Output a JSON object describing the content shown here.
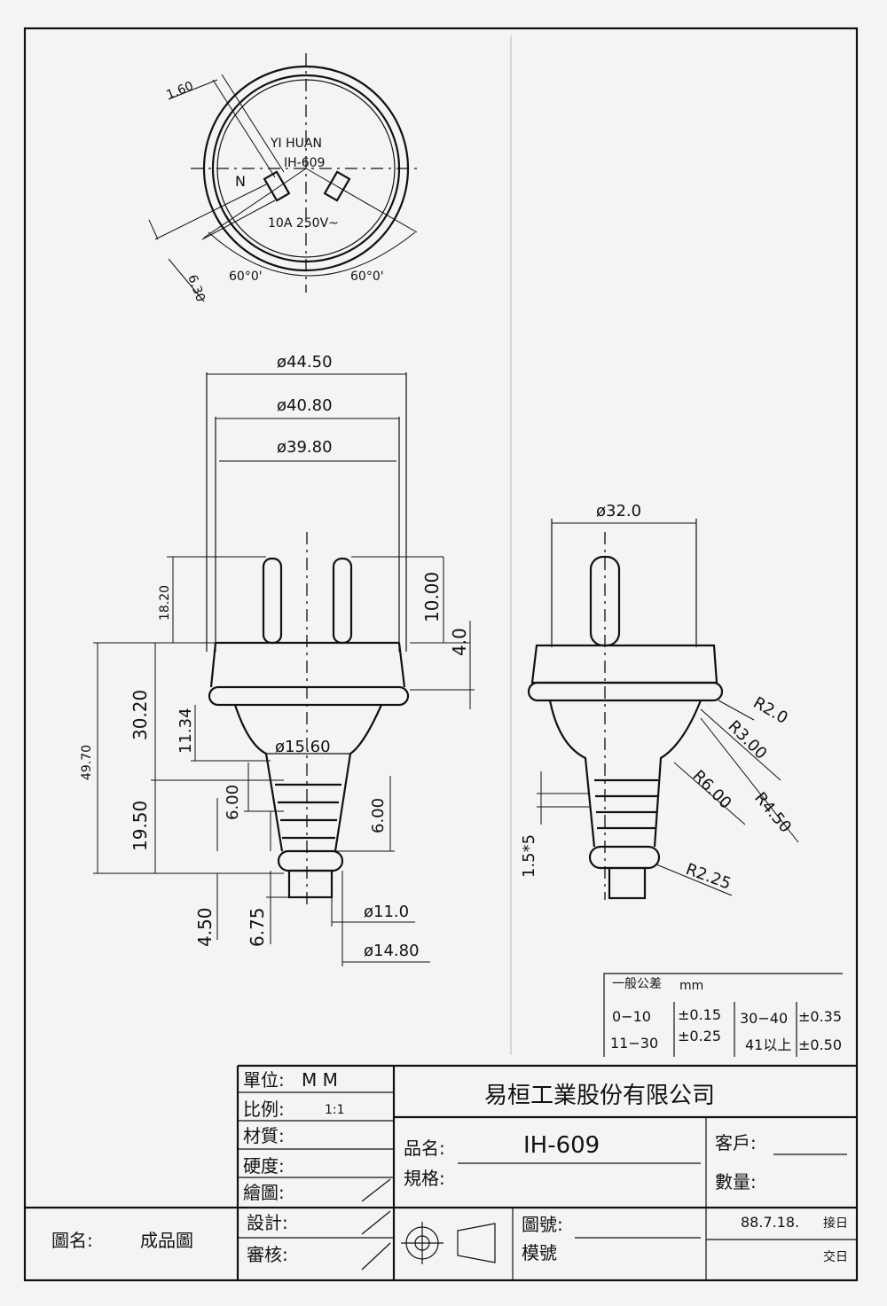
{
  "face_view": {
    "brand": "YI HUAN",
    "model": "IH-609",
    "neutral": "N",
    "rating": "10A  250V~",
    "dims": {
      "pin_width": "1.60",
      "pin_offset": "6.30"
    },
    "angle_left": "60°0'",
    "angle_right": "60°0'"
  },
  "front_view": {
    "dia_outer": "ø44.50",
    "dia_mid": "ø40.80",
    "dia_inner": "ø39.80",
    "pin_len": "18.20",
    "h_10": "10.00",
    "h_4": "4.0",
    "h_49": "49.70",
    "h_30": "30.20",
    "h_11": "11.34",
    "h_19": "19.50",
    "dia_neck": "ø15.60",
    "rib_a": "6.00",
    "rib_b": "6.00",
    "h_450": "4.50",
    "h_675": "6.75",
    "dia_cable": "ø11.0",
    "dia_ring": "ø14.80"
  },
  "side_view": {
    "dia": "ø32.0",
    "r1": "R2.0",
    "r2": "R3.00",
    "r3": "R6.00",
    "r4": "R4.50",
    "r5": "R2.25",
    "pitch": "1.5*5"
  },
  "tolerance": {
    "title": "一般公差",
    "unit": "mm",
    "rows": [
      {
        "range_a": "0−10",
        "tol_a": "±0.15",
        "range_b": "30−40",
        "tol_b": "±0.35"
      },
      {
        "range_a": "11−30",
        "tol_a": "±0.25",
        "range_b": "41以上",
        "tol_b": "±0.50"
      }
    ]
  },
  "title_block": {
    "unit_label": "單位:",
    "unit_value": "M    M",
    "scale_label": "比例:",
    "scale_value": "1:1",
    "material_label": "材質:",
    "hardness_label": "硬度:",
    "draw_label": "繪圖:",
    "design_label": "設計:",
    "review_label": "審核:",
    "company": "易桓工業股份有限公司",
    "product_label": "品名:",
    "product_value": "IH-609",
    "spec_label": "規格:",
    "customer_label": "客戶:",
    "qty_label": "數量:",
    "drawing_no_label": "圖號:",
    "mold_no_label": "模號",
    "date": "88.7.18.",
    "receive_label": "接日",
    "deliver_label": "交日",
    "drawing_name_label": "圖名:",
    "drawing_name": "成品圖"
  }
}
